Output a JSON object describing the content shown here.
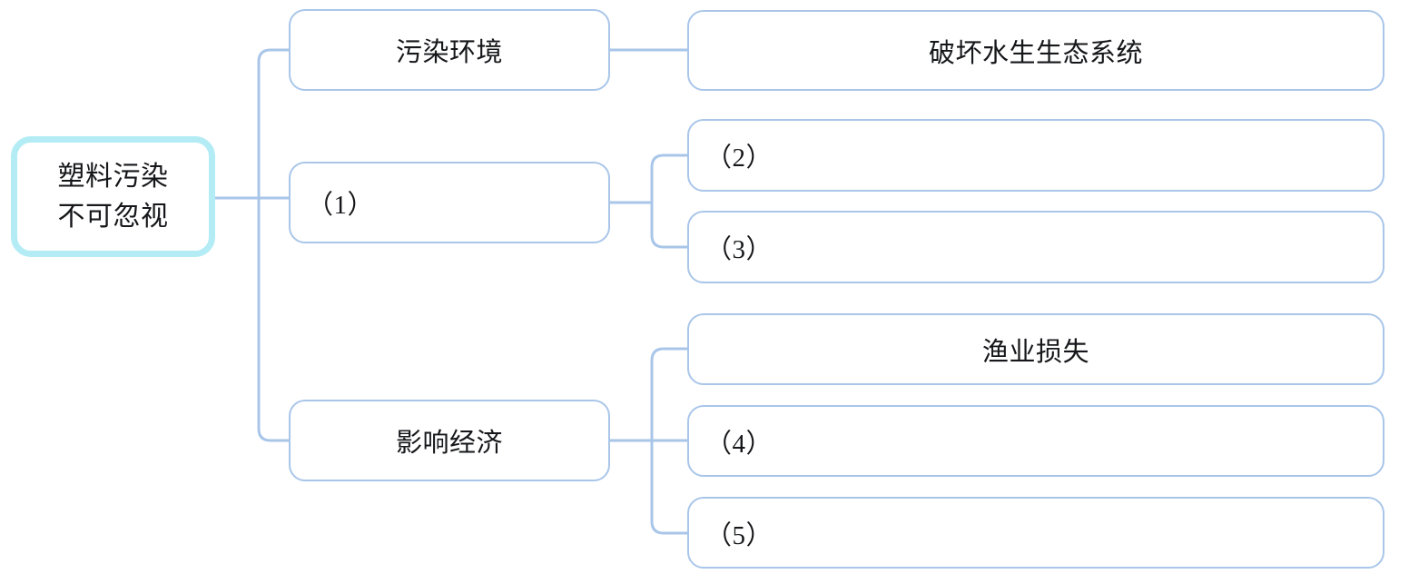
{
  "diagram": {
    "type": "mind-map",
    "title": "塑料污染不可忽视",
    "colors": {
      "root_border": "#b4ecf6",
      "node_border": "#a9c6e9",
      "connector": "#a9c6e9",
      "text": "#16171a",
      "background": "#ffffff"
    },
    "root": {
      "id": "root",
      "label": "塑料污染\n不可忽视",
      "align": "center"
    },
    "branches": [
      {
        "id": "branch-1",
        "label": "污染环境",
        "align": "center",
        "children": [
          {
            "id": "leaf-1-1",
            "label": "破坏水生生态系统",
            "align": "center"
          }
        ]
      },
      {
        "id": "branch-2",
        "label": "（1）",
        "align": "left",
        "children": [
          {
            "id": "leaf-2-1",
            "label": "（2）",
            "align": "left"
          },
          {
            "id": "leaf-2-2",
            "label": "（3）",
            "align": "left"
          }
        ]
      },
      {
        "id": "branch-3",
        "label": "影响经济",
        "align": "center",
        "children": [
          {
            "id": "leaf-3-1",
            "label": "渔业损失",
            "align": "center"
          },
          {
            "id": "leaf-3-2",
            "label": "（4）",
            "align": "left"
          },
          {
            "id": "leaf-3-3",
            "label": "（5）",
            "align": "left"
          }
        ]
      }
    ]
  }
}
